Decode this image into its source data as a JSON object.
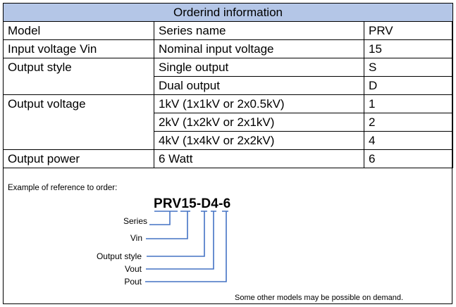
{
  "table": {
    "title": "Orderind information",
    "rows": [
      {
        "label": "Model",
        "desc": "Series name",
        "code": "PRV"
      },
      {
        "label": "Input voltage Vin",
        "desc": "Nominal input voltage",
        "code": "15"
      },
      {
        "label": "Output style",
        "desc": "Single output",
        "code": "S"
      },
      {
        "label": "",
        "desc": "Dual output",
        "code": "D"
      },
      {
        "label": "Output voltage",
        "desc": "1kV (1x1kV or 2x0.5kV)",
        "code": "1"
      },
      {
        "label": "",
        "desc": "2kV (1x2kV or 2x1kV)",
        "code": "2"
      },
      {
        "label": "",
        "desc": "4kV (1x4kV or 2x2kV)",
        "code": "4"
      },
      {
        "label": "Output power",
        "desc": "6 Watt",
        "code": "6"
      }
    ]
  },
  "example": {
    "heading": "Example of reference to order:",
    "code": "PRV15-D4-6",
    "labels": [
      "Series",
      "Vin",
      "Output style",
      "Vout",
      "Pout"
    ],
    "line_color": "#4472c4",
    "note": "Some other models may be possible on demand."
  }
}
